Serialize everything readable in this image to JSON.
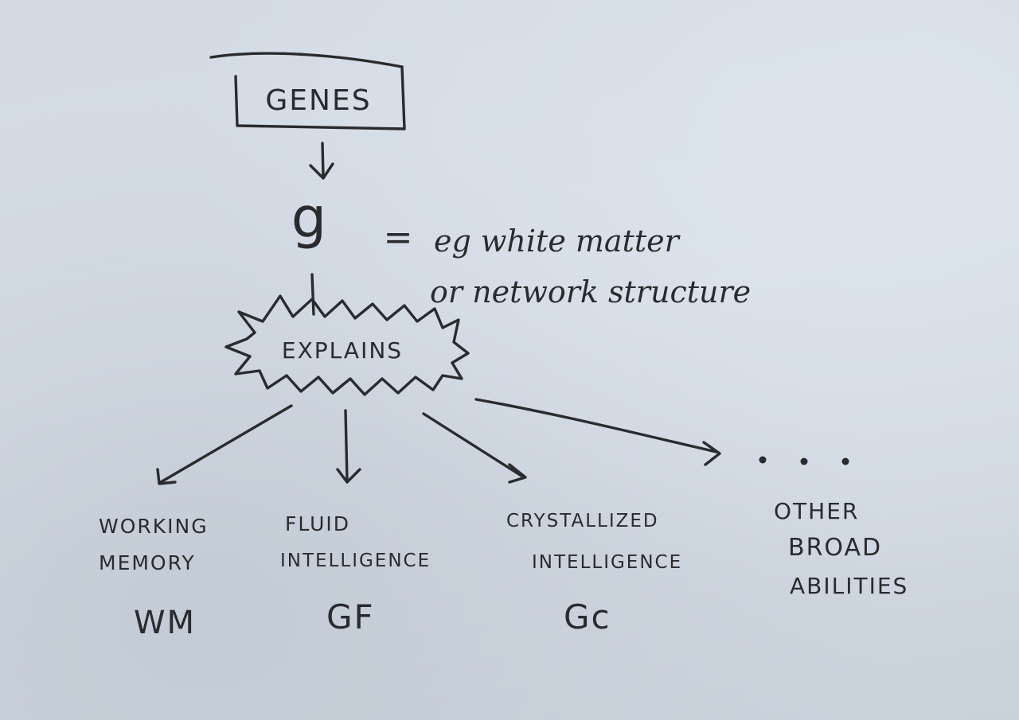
{
  "nodes": {
    "genes": "GENES",
    "g": "g",
    "explains": "EXPLAINS",
    "working_memory": [
      "WORKING",
      "MEMORY"
    ],
    "fluid_intelligence": [
      "FLUID",
      "INTELLIGENCE"
    ],
    "crystallized_intelligence": [
      "CRYSTALLIZED",
      "INTELLIGENCE"
    ],
    "other_broad_abilities": [
      "OTHER",
      "BROAD",
      "ABILITIES"
    ],
    "ellipsis": "..."
  },
  "annotation": {
    "equals": "=",
    "line1": "eg white matter",
    "line2": "or network structure"
  },
  "abbreviations": {
    "wm": "WM",
    "gf": "GF",
    "gc": "Gc"
  },
  "colors": {
    "ink": "#2a2b2e",
    "paper": "#d3dae3"
  }
}
